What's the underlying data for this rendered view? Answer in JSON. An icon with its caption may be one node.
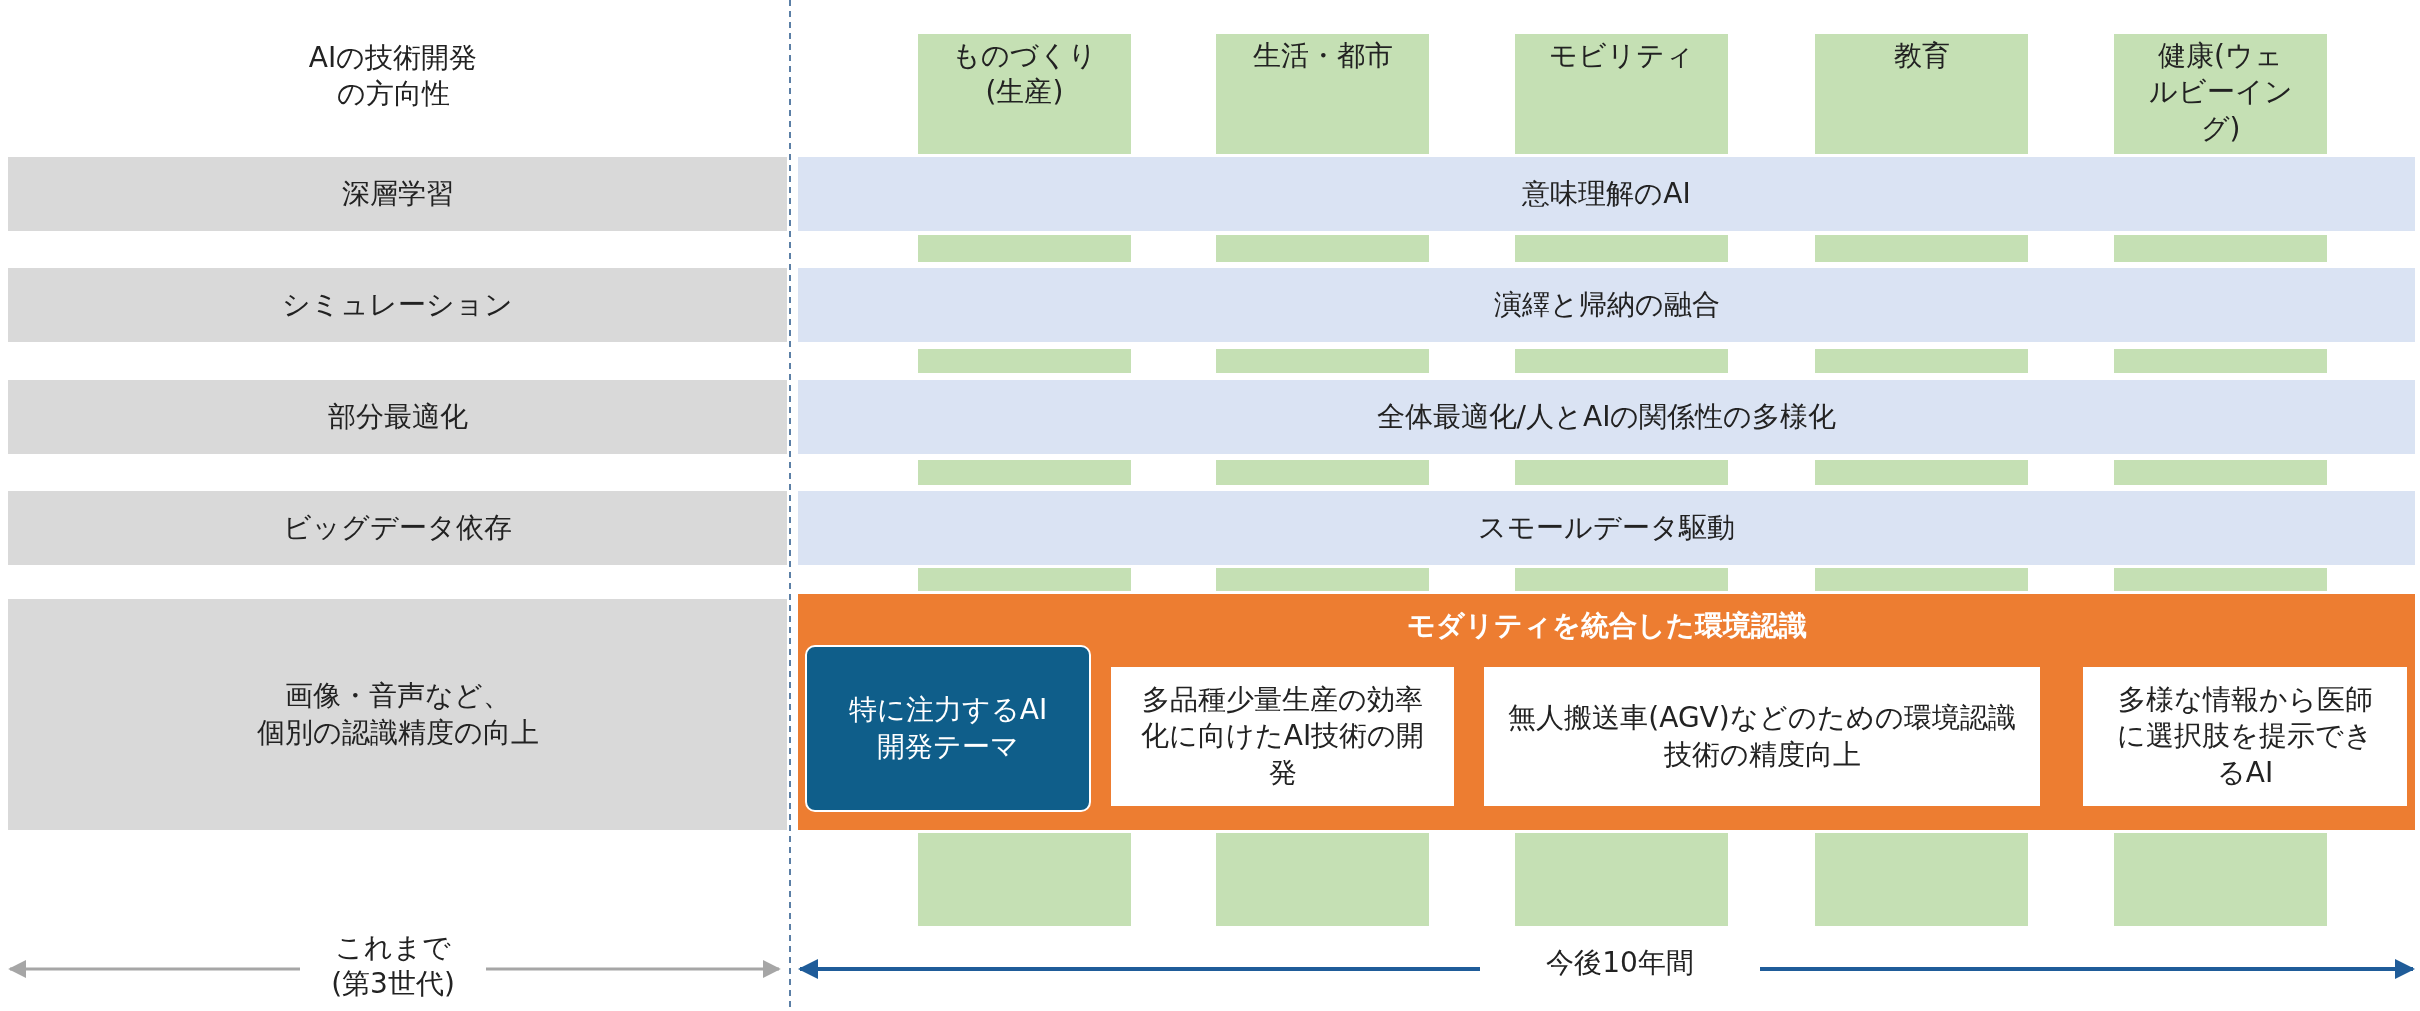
{
  "diagram": {
    "nodes": [
      {
        "text": [
          "ものづくり(生産)"
        ]
      },
      {
        "text": [
          "生活・都市"
        ]
      },
      {
        "text": [
          "モビリティ"
        ]
      },
      {
        "text": [
          "教育"
        ]
      },
      {
        "text": [
          "健康(ウェルビーイング)"
        ]
      },
      {
        "text": [
          "深層学習"
        ]
      },
      {
        "text": [
          "意味理解のAI"
        ]
      },
      {
        "text": [
          "シミュレーション"
        ]
      },
      {
        "text": [
          "演繹と帰納の融合"
        ]
      },
      {
        "text": [
          "部分最適化"
        ]
      },
      {
        "text": [
          "全体最適化/人とAIの関係性の多様化"
        ]
      },
      {
        "text": [
          "ビッグデータ依存"
        ]
      },
      {
        "text": [
          "スモールデータ駆動"
        ]
      },
      {
        "text": [
          "画像・音声など、個別の認識精度の向上"
        ]
      },
      {
        "text": [
          "モダリティを統合した環境認識"
        ]
      },
      {
        "text": [
          "特に注力するAI開発テーマ"
        ],
        "in": 14
      },
      {
        "text": [
          "多品種少量生産の効率化に向けたAI技術の開発"
        ],
        "in": 14
      },
      {
        "text": [
          "無人搬送車(AGV)などのための環境認識技術の精度向上"
        ],
        "in": 14
      },
      {
        "text": [
          "多様な情報から医師に選択肢を提示できるAI"
        ],
        "in": 14
      }
    ],
    "edges": [],
    "labels": [
      "AIの技術開発の方向性",
      "これまで(第3世代)",
      "今後10年間"
    ]
  }
}
